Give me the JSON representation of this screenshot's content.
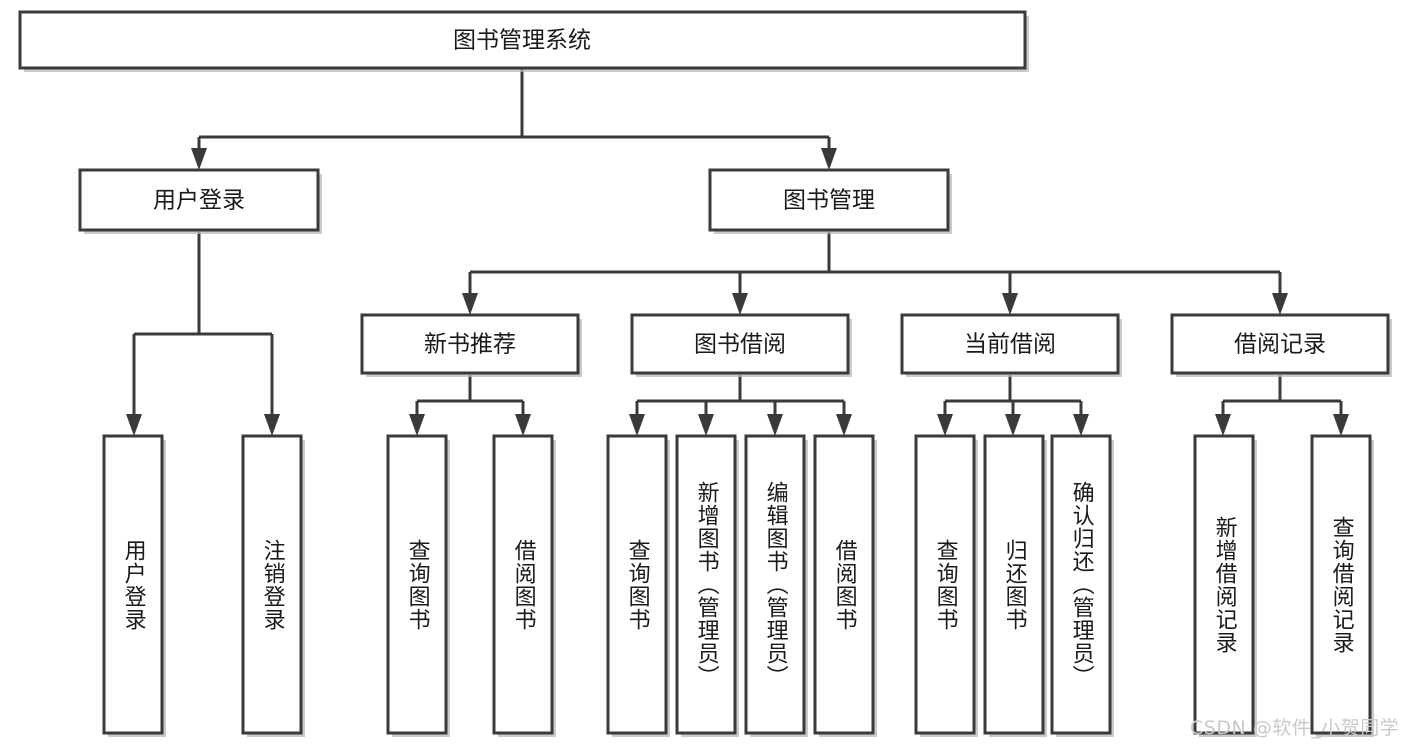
{
  "diagram": {
    "title": "图书管理系统",
    "type": "tree-hierarchy-diagram",
    "watermark": "CSDN @软件_小贺同学",
    "colors": {
      "box_stroke": "#3a3a3a",
      "box_fill": "#ffffff",
      "edge": "#3a3a3a",
      "text": "#1a1a1a",
      "watermark": "#c9c9c9",
      "background": "#ffffff"
    },
    "root": {
      "label": "图书管理系统"
    },
    "level2": [
      {
        "label": "用户登录"
      },
      {
        "label": "图书管理"
      }
    ],
    "level3": [
      {
        "label": "新书推荐"
      },
      {
        "label": "图书借阅"
      },
      {
        "label": "当前借阅"
      },
      {
        "label": "借阅记录"
      }
    ],
    "leaves": {
      "user_login": [
        {
          "label": "用户登录"
        },
        {
          "label": "注销登录"
        }
      ],
      "new_book_recommend": [
        {
          "label": "查询图书"
        },
        {
          "label": "借阅图书"
        }
      ],
      "book_borrow": [
        {
          "label": "查询图书"
        },
        {
          "label": "新增图书（管理员）"
        },
        {
          "label": "编辑图书（管理员）"
        },
        {
          "label": "借阅图书"
        }
      ],
      "current_borrow": [
        {
          "label": "查询图书"
        },
        {
          "label": "归还图书"
        },
        {
          "label": "确认归还（管理员）"
        }
      ],
      "borrow_record": [
        {
          "label": "新增借阅记录"
        },
        {
          "label": "查询借阅记录"
        }
      ]
    }
  }
}
